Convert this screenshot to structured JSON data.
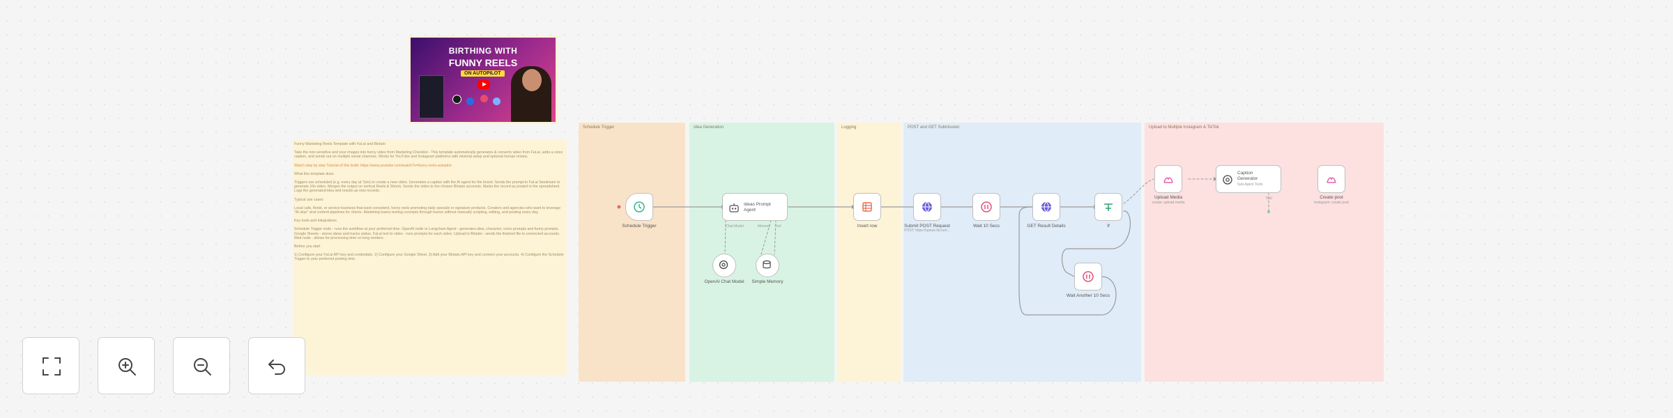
{
  "colors": {
    "orange": "#f9e3c8",
    "green": "#d8f3e4",
    "yellow": "#fdf3d6",
    "blue": "#e0ecf8",
    "pink": "#fde0e0",
    "node_border": "#bfbfbf"
  },
  "stickies": [
    {
      "id": "schedule",
      "title": "Schedule Trigger"
    },
    {
      "id": "idea",
      "title": "Idea Generation"
    },
    {
      "id": "logging",
      "title": "Logging"
    },
    {
      "id": "post",
      "title": "POST and GET Submission"
    },
    {
      "id": "upload",
      "title": "Upload to Multiple Instagram & TikTok"
    }
  ],
  "thumbnail": {
    "line1": "BIRTHING WITH",
    "line2": "FUNNY REELS",
    "badge": "ON AUTOPILOT"
  },
  "note": {
    "title": "Funny Marketing Reels Template with Fal.ai and Blotato",
    "paragraphs": [
      "Take the non-sensitive and your images into funny video from Marketing Checklist - This template automatically generates & converts video from Fal.ai, adds a voice caption, and sends out on multiple social channels. Works for YouTube and Instagram platforms with minimal setup and optional human review.",
      "Watch step by step Tutorial of this build: https://www.youtube.com/watch?v=funny-reels-autopilot",
      "What this template does",
      "Triggers are scheduled (e.g. every day at 7pm) to create a new video. Generates a caption with the AI agent for the brand. Sends the prompt to Fal.ai Seedream to generate 10s video. Merges the output on vertical Reels & Shorts. Sends the video to the chosen Blotato accounts. Marks the record as posted in the spreadsheet. Logs the generated idea and results as new records.",
      "Typical use cases",
      "Local cafe, florist, or service business that want consistent, funny reels promoting daily specials or signature products. Creators and agencies who want to leverage \"AI slop\" viral content pipelines for clients. Marketing teams testing concepts through humor without manually scripting, editing, and posting every day.",
      "Key tools and integrations",
      "Schedule Trigger node - runs the workflow at your preferred time. OpenAI node or Langchain Agent - generates idea, character, voice prompts and funny prompts. Google Sheets - stores ideas and tracks status. Fal.ai text to video - runs prompts for each video. Upload to Blotato - sends the finished file to connected accounts. Wait node - allows for processing time on long renders.",
      "Before you start",
      "1) Configure your Fal.ai API key and credentials. 2) Configure your Google Sheet. 3) Add your Blotato API key and connect your accounts. 4) Configure the Schedule Trigger to your preferred posting time."
    ],
    "link_text": "https://www.youtube.com/watch?v=funny-reels-autopilot"
  },
  "nodes": [
    {
      "id": "schedule_trigger",
      "label": "Schedule Trigger",
      "icon": "clock-icon"
    },
    {
      "id": "ai_agent",
      "label": "Ideas Prompt Agent",
      "icon": "robot-icon"
    },
    {
      "id": "chat_model",
      "label": "OpenAI Chat Model",
      "icon": "openai-icon"
    },
    {
      "id": "memory",
      "label": "Simple Memory",
      "icon": "database-icon"
    },
    {
      "id": "insert_row",
      "label": "Insert row",
      "icon": "sheets-icon"
    },
    {
      "id": "submit_post",
      "label": "Submit POST Request",
      "sublabel": "POST: https://queue.fal.run/...",
      "icon": "globe-icon"
    },
    {
      "id": "wait_1",
      "label": "Wait 10 Secs",
      "icon": "pause-icon"
    },
    {
      "id": "get_result",
      "label": "GET Result Details",
      "icon": "globe-icon"
    },
    {
      "id": "if_node",
      "label": "If",
      "icon": "if-icon"
    },
    {
      "id": "wait_2",
      "label": "Wait Another 10 Secs",
      "icon": "pause-icon"
    },
    {
      "id": "upload_media",
      "label": "Upload Media",
      "sublabel": "create: upload media",
      "icon": "blotato-icon"
    },
    {
      "id": "caption_agent",
      "label": "Caption Generator",
      "sublabel": "Sub-Agent Tools",
      "icon": "openai-icon"
    },
    {
      "id": "create_post",
      "label": "Create post",
      "sublabel": "Instagram: create post",
      "icon": "blotato-icon"
    }
  ],
  "edge_labels": {
    "chat_model": "Chat Model",
    "memory": "Memory",
    "tool": "Tool"
  },
  "controls": [
    {
      "id": "fit",
      "icon": "fit-view-icon"
    },
    {
      "id": "zoom_in",
      "icon": "zoom-in-icon"
    },
    {
      "id": "zoom_out",
      "icon": "zoom-out-icon"
    },
    {
      "id": "reset",
      "icon": "undo-icon"
    }
  ]
}
